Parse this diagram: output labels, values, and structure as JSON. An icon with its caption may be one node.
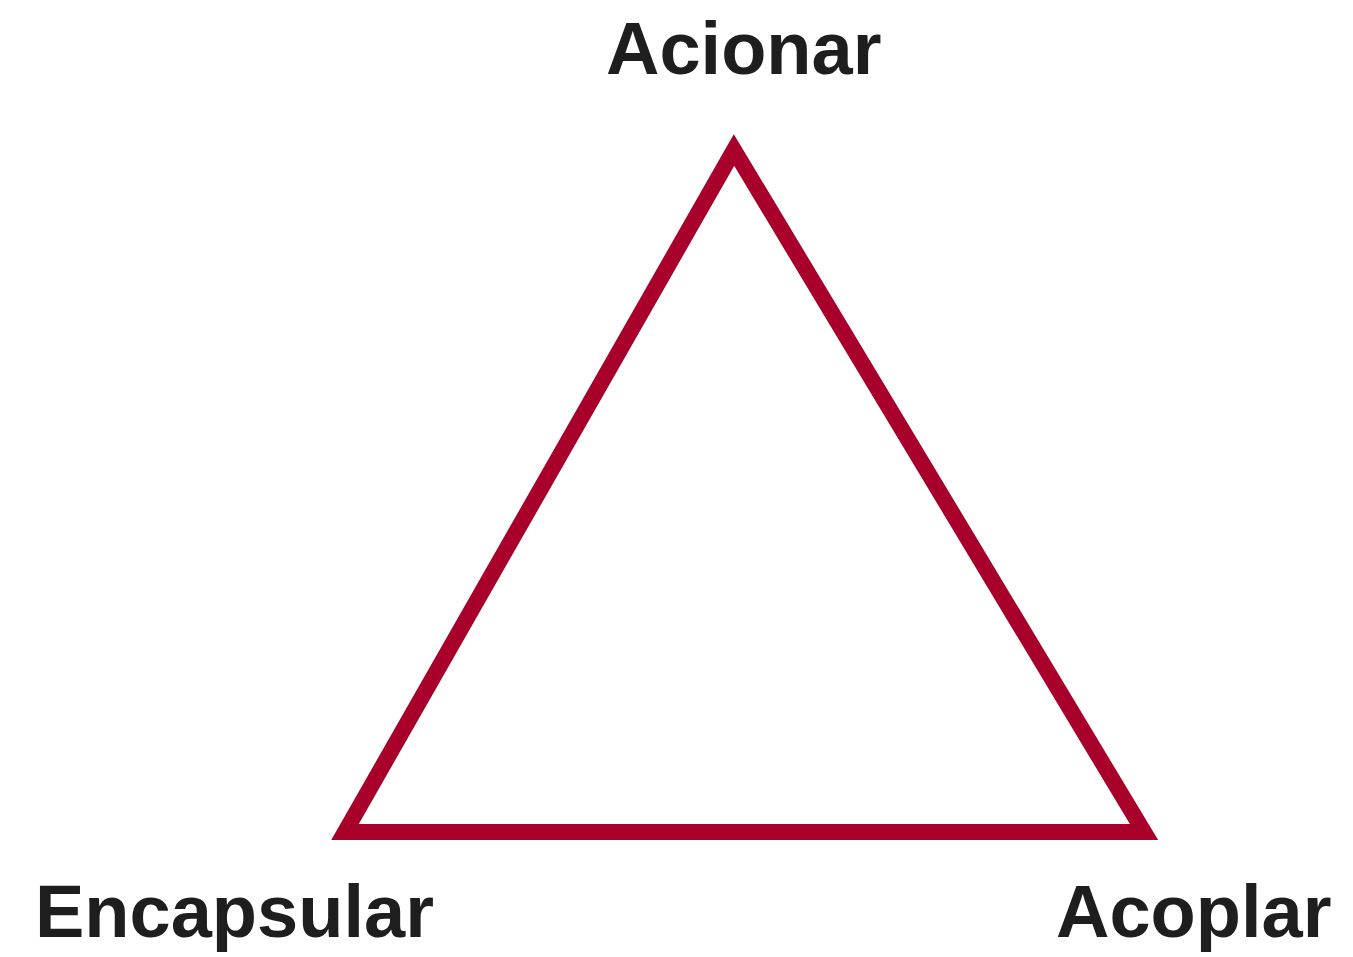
{
  "diagram": {
    "nodes": [
      {
        "text": [],
        "shape": "triangle"
      }
    ],
    "labels": [
      "Acionar",
      "Encapsular",
      "Acoplar"
    ]
  }
}
